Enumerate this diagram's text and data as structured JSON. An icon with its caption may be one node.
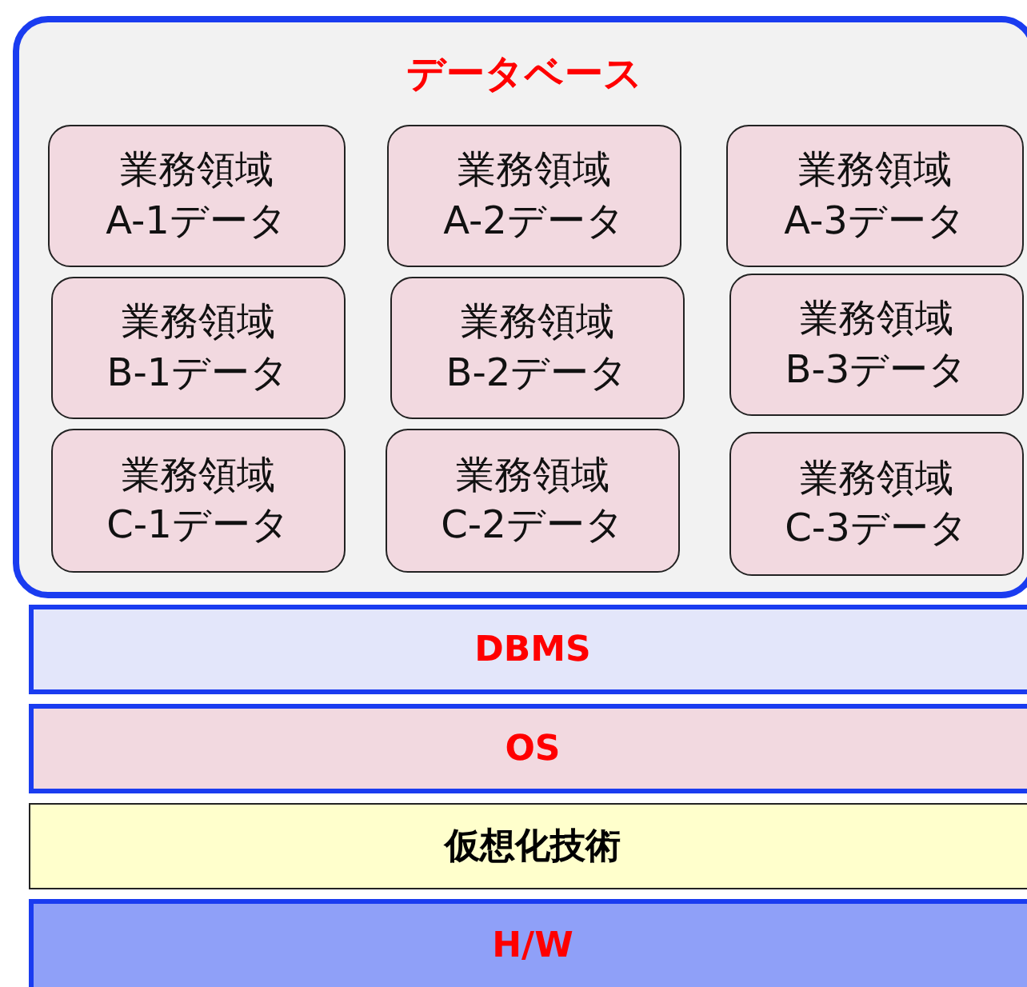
{
  "diagram": {
    "nodes": [
      {
        "text": [
          "データベース"
        ]
      },
      {
        "text": [
          "業務領域A-1データ"
        ],
        "in": 0
      },
      {
        "text": [
          "業務領域A-2データ"
        ],
        "in": 0
      },
      {
        "text": [
          "業務領域A-3データ"
        ],
        "in": 0
      },
      {
        "text": [
          "業務領域B-1データ"
        ],
        "in": 0
      },
      {
        "text": [
          "業務領域B-2データ"
        ],
        "in": 0
      },
      {
        "text": [
          "業務領域B-3データ"
        ],
        "in": 0
      },
      {
        "text": [
          "業務領域C-1データ"
        ],
        "in": 0
      },
      {
        "text": [
          "業務領域C-2データ"
        ],
        "in": 0
      },
      {
        "text": [
          "業務領域C-3データ"
        ],
        "in": 0
      },
      {
        "text": [
          "DBMS"
        ]
      },
      {
        "text": [
          "OS"
        ]
      },
      {
        "text": [
          "仮想化技術"
        ]
      },
      {
        "text": [
          "H/W"
        ]
      }
    ]
  }
}
